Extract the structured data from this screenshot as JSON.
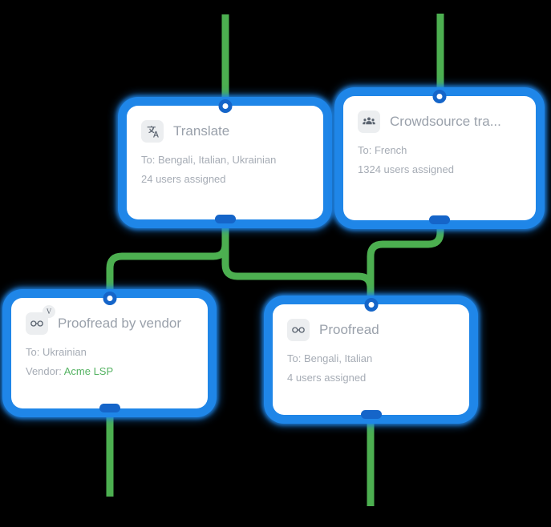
{
  "canvas": {
    "background_color": "#000000",
    "edge_color": "#4caf50",
    "node_glow_color": "#1f86e8",
    "port_color": "#1565c9"
  },
  "nodes": [
    {
      "id": "translate",
      "icon": "translate-icon",
      "title": "Translate",
      "line1": "To: Bengali, Italian, Ukrainian",
      "line2": "24 users assigned"
    },
    {
      "id": "crowdsource",
      "icon": "people-group-icon",
      "title": "Crowdsource tra...",
      "line1": "To: French",
      "line2": "1324 users assigned"
    },
    {
      "id": "vendor",
      "icon": "glasses-vendor-icon",
      "badge": "V",
      "title": "Proofread by vendor",
      "line1": "To: Ukrainian",
      "line2_label": "Vendor:",
      "line2_value": "Acme LSP",
      "vendor_color": "#56b363"
    },
    {
      "id": "proofread",
      "icon": "glasses-icon",
      "title": "Proofread",
      "line1": "To: Bengali, Italian",
      "line2": "4 users assigned"
    }
  ]
}
